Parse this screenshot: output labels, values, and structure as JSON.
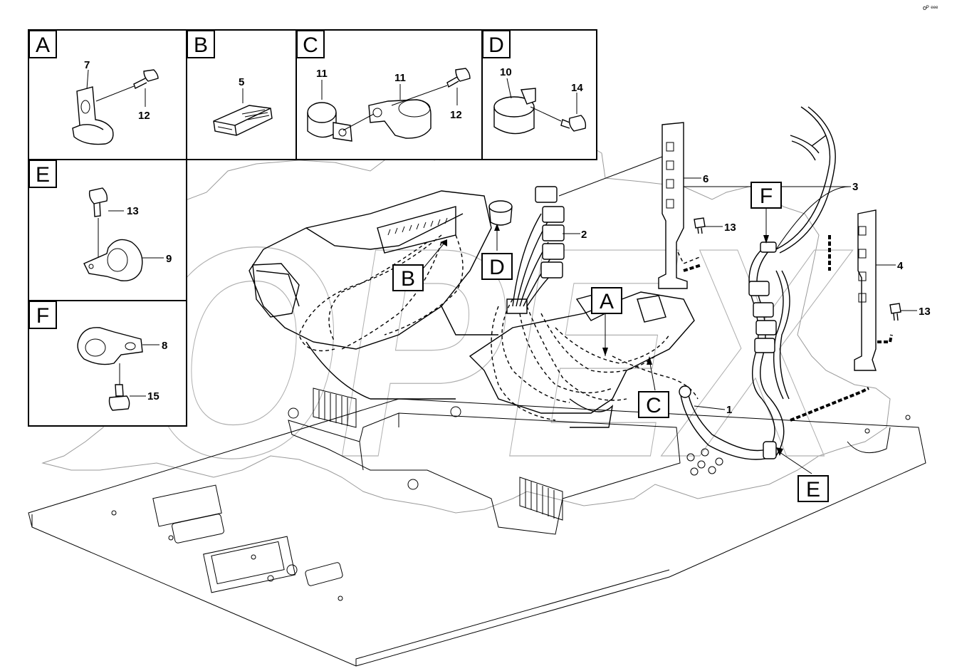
{
  "watermark": "OPEX",
  "corner_mark": "ᴏᴾ ᵉᵉᵉ",
  "detail_panels": [
    {
      "letter": "A",
      "parts": [
        "7",
        "12"
      ]
    },
    {
      "letter": "B",
      "parts": [
        "5"
      ]
    },
    {
      "letter": "C",
      "parts": [
        "11",
        "11",
        "12"
      ]
    },
    {
      "letter": "D",
      "parts": [
        "10",
        "14"
      ]
    },
    {
      "letter": "E",
      "parts": [
        "13",
        "9"
      ]
    },
    {
      "letter": "F",
      "parts": [
        "8",
        "15"
      ]
    }
  ],
  "main_labels": [
    "1",
    "2",
    "3",
    "4",
    "6",
    "13",
    "13"
  ],
  "callouts": [
    "A",
    "B",
    "C",
    "D",
    "E",
    "F"
  ]
}
